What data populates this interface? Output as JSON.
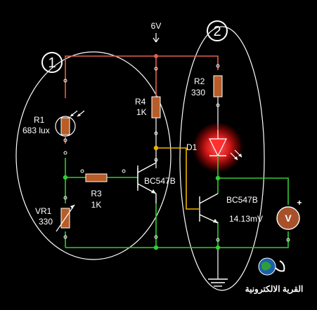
{
  "supply": {
    "label": "6V"
  },
  "sections": {
    "one": "1",
    "two": "2"
  },
  "components": {
    "r1": {
      "name": "R1",
      "value": "683 lux"
    },
    "vr1": {
      "name": "VR1",
      "value": "330"
    },
    "r3": {
      "name": "R3",
      "value": "1K"
    },
    "r4": {
      "name": "R4",
      "value": "1K"
    },
    "r2": {
      "name": "R2",
      "value": "330"
    },
    "d1": {
      "name": "D1"
    },
    "q1": {
      "name": "BC547B"
    },
    "q2": {
      "name": "BC547B"
    },
    "meter": {
      "reading": "14.13mV",
      "symbol": "V",
      "plus": "+"
    }
  },
  "logo": {
    "text": "القرية الالكترونية",
    "icon": "globe-icon"
  },
  "colors": {
    "background": "#000000",
    "wire_red": "#e0604a",
    "wire_green": "#33cc33",
    "wire_yellow": "#f0b400",
    "wire_white": "#ffffff",
    "resistor_fill": "#b85c28",
    "led_glow": "#ff2020",
    "meter_fill": "#a8502a"
  }
}
